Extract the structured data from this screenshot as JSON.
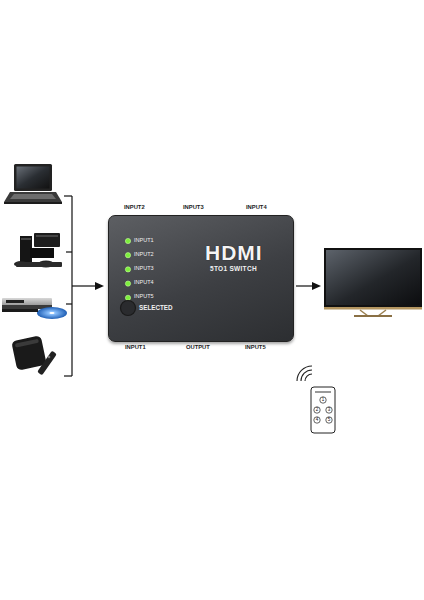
{
  "diagram": {
    "nodes": [
      {
        "text": [
          "HDMI",
          "5TO1 SWITCH"
        ]
      }
    ],
    "labels": [
      "INPUT2",
      "INPUT3",
      "INPUT4",
      "INPUT1",
      "OUTPUT",
      "INPUT5",
      "INPUT1",
      "INPUT2",
      "INPUT3",
      "INPUT4",
      "INPUT5",
      "SELECTED",
      "1",
      "2",
      "3",
      "4",
      "5"
    ]
  }
}
